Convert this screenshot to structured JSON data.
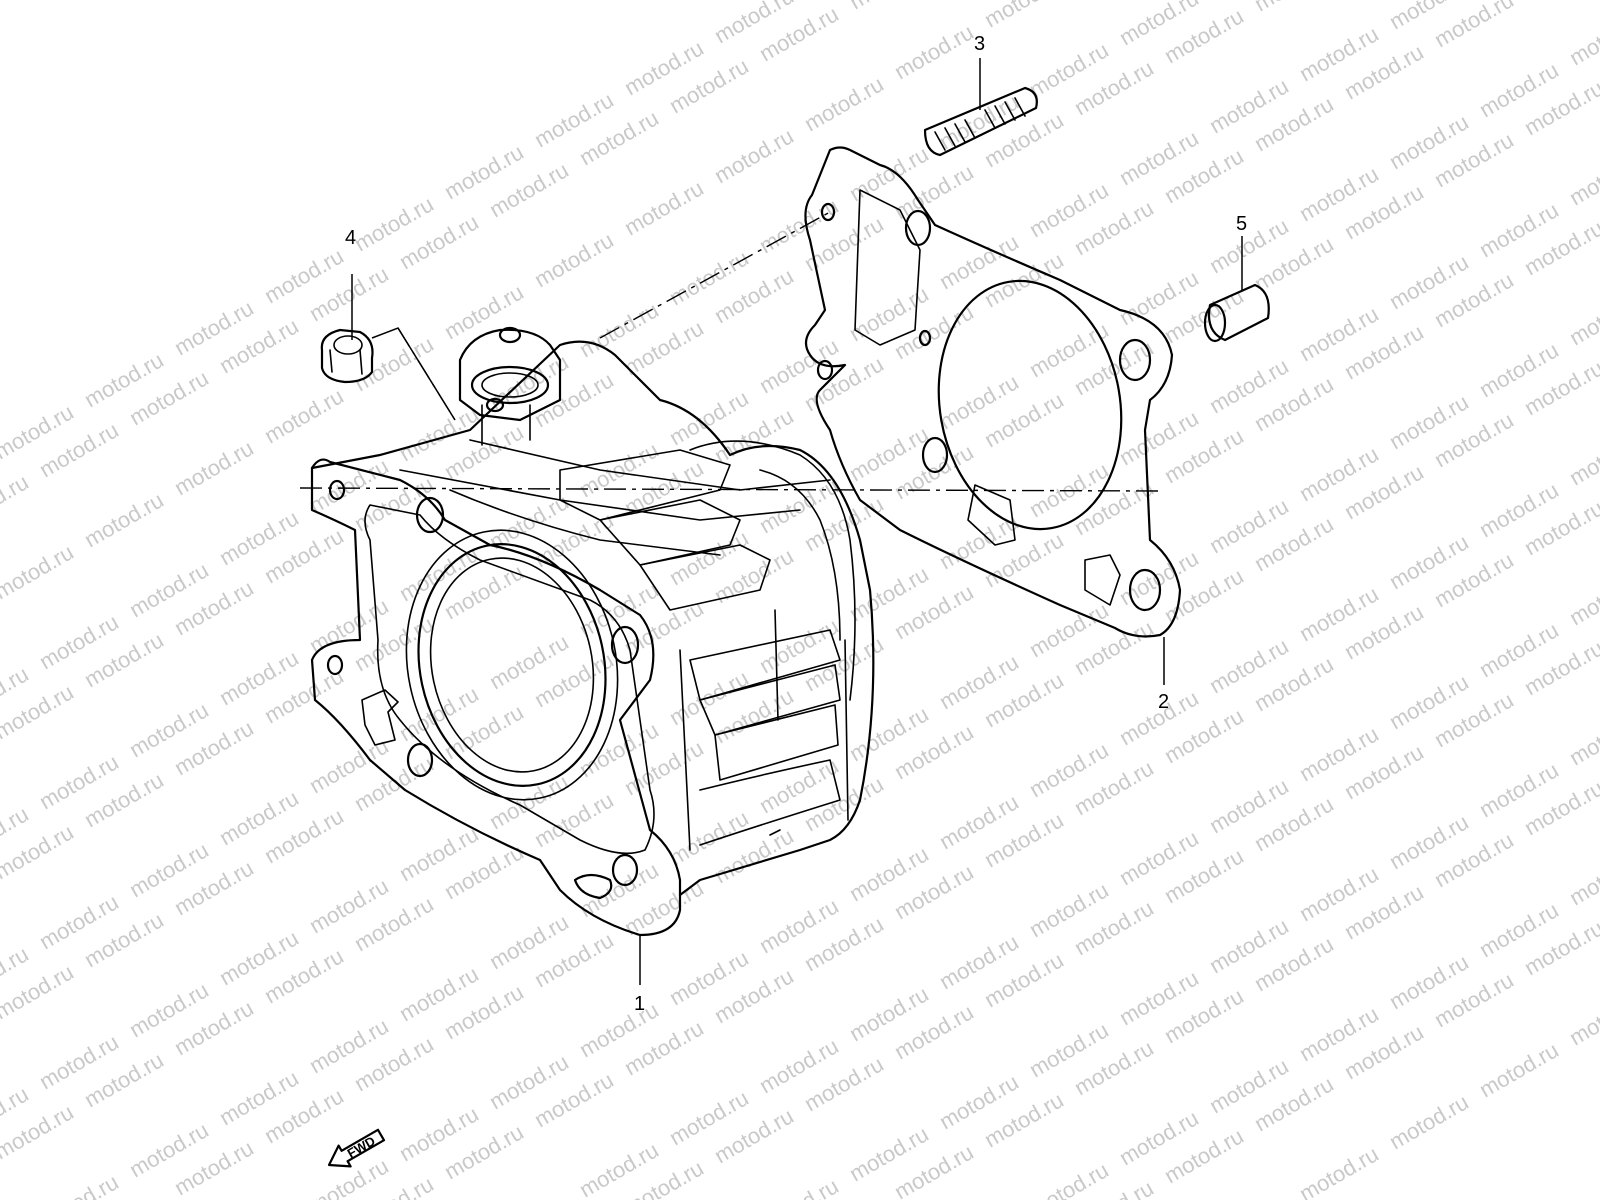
{
  "watermark": {
    "text": "motod.ru"
  },
  "callouts": {
    "cylinder": "1",
    "gasket": "2",
    "stud": "3",
    "nut": "4",
    "dowel": "5"
  },
  "direction": {
    "label": "FWD"
  }
}
